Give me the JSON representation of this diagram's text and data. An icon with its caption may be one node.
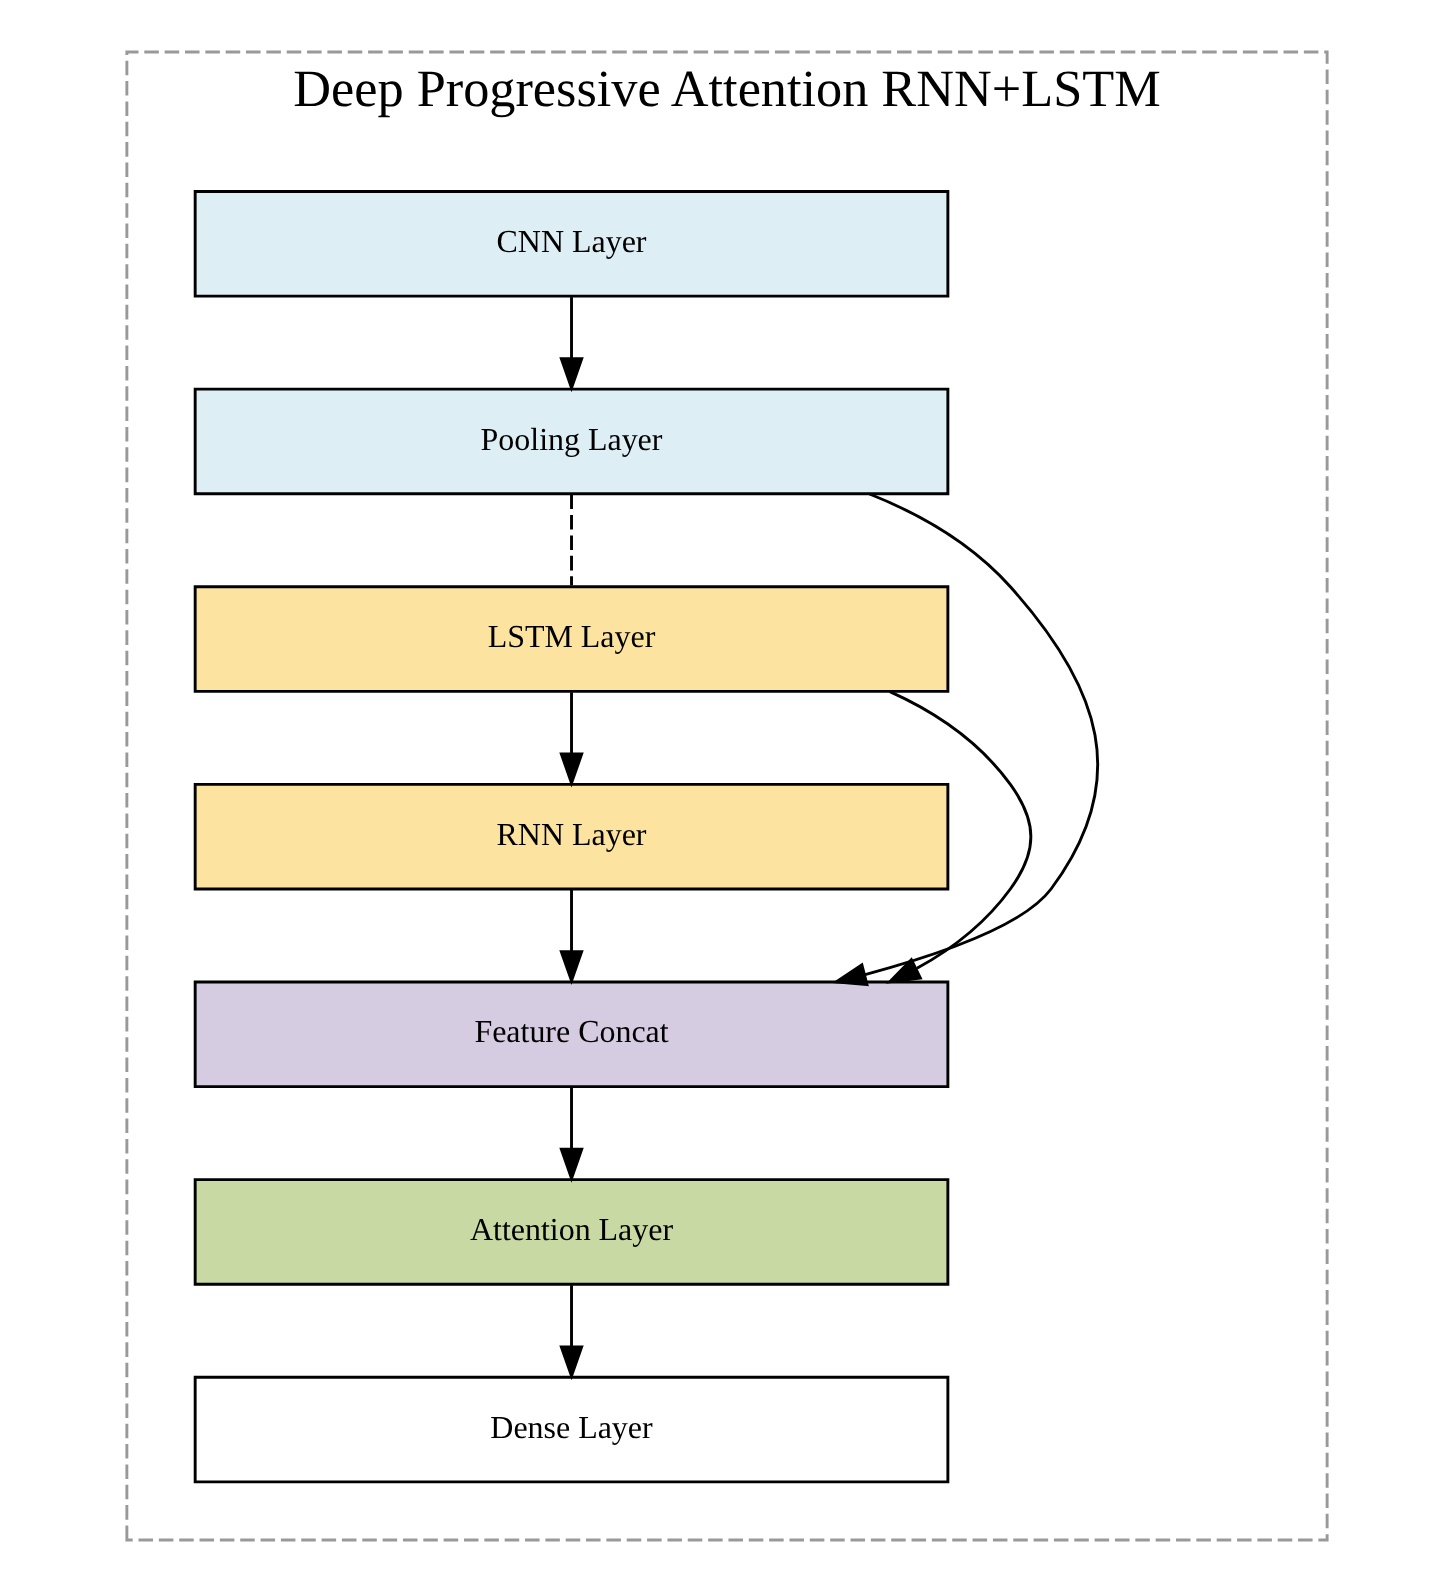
{
  "diagram": {
    "nodes": [
      {
        "text": [
          "Deep Progressive Attention RNN+LSTM"
        ]
      },
      {
        "text": [
          "CNN Layer"
        ],
        "in": 0
      },
      {
        "text": [
          "Pooling Layer"
        ],
        "in": 0
      },
      {
        "text": [
          "LSTM Layer"
        ],
        "in": 0
      },
      {
        "text": [
          "RNN Layer"
        ],
        "in": 0
      },
      {
        "text": [
          "Feature Concat"
        ],
        "in": 0
      },
      {
        "text": [
          "Attention Layer"
        ],
        "in": 0
      },
      {
        "text": [
          "Dense Layer"
        ],
        "in": 0
      }
    ],
    "edges": [
      {
        "from": 1,
        "to": 2,
        "arrow": "to"
      },
      {
        "from": 2,
        "to": 3,
        "arrow": "none",
        "style": "dashed"
      },
      {
        "from": 2,
        "to": 5,
        "arrow": "to"
      },
      {
        "from": 3,
        "to": 4,
        "arrow": "to"
      },
      {
        "from": 3,
        "to": 5,
        "arrow": "to"
      },
      {
        "from": 4,
        "to": 5,
        "arrow": "to"
      },
      {
        "from": 5,
        "to": 6,
        "arrow": "to"
      },
      {
        "from": 6,
        "to": 7,
        "arrow": "to"
      }
    ]
  }
}
